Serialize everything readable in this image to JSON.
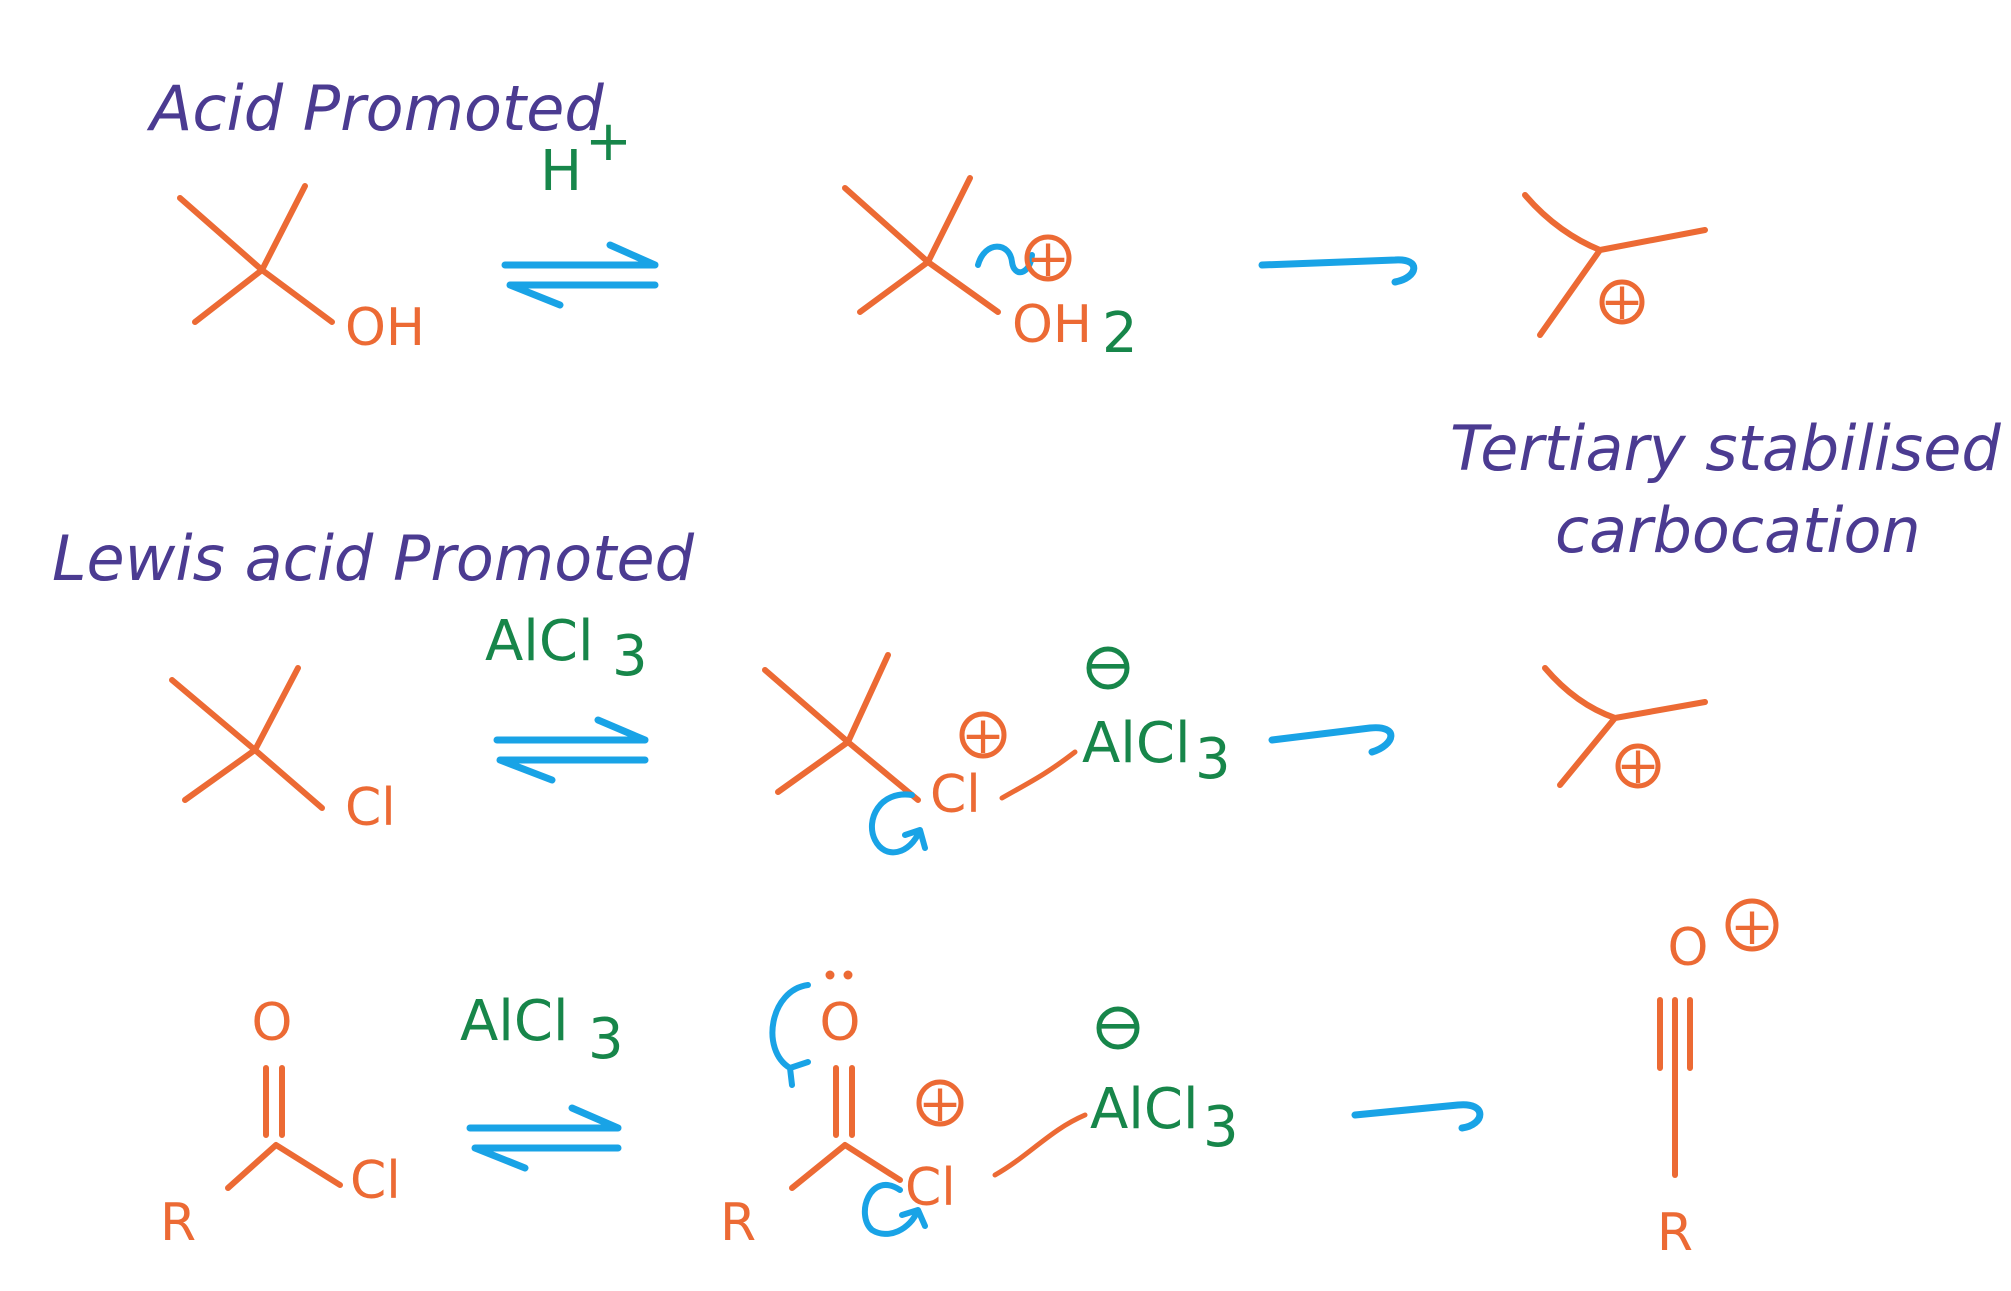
{
  "headings": {
    "acid": "Acid Promoted",
    "lewis": "Lewis acid Promoted",
    "tertiary_line1": "Tertiary stabilised",
    "tertiary_line2": "carbocation"
  },
  "reagents": {
    "acid": "H",
    "acid_charge": "+",
    "lewis1": "AlCl",
    "lewis2": "AlCl",
    "subscript": "3"
  },
  "atoms": {
    "oh": "OH",
    "oh2": "OH",
    "oh2_sub": "2",
    "cl": "Cl",
    "o": "O",
    "r": "R",
    "alcl3": "AlCl",
    "alcl3_sub": "3"
  },
  "charges": {
    "plus": "+",
    "minus": "−"
  },
  "colors": {
    "structures": "#ec6a34",
    "arrows": "#19a3e6",
    "reagents": "#17864a",
    "headings": "#4b3b91"
  }
}
